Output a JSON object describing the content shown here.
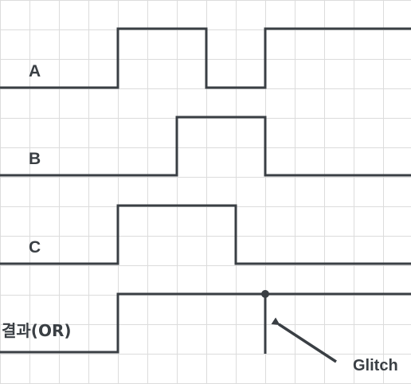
{
  "signals": [
    {
      "id": "A",
      "label": "A",
      "initial": 0,
      "transitions": [
        4,
        7,
        9
      ]
    },
    {
      "id": "B",
      "label": "B",
      "initial": 0,
      "transitions": [
        6,
        9
      ]
    },
    {
      "id": "C",
      "label": "C",
      "initial": 0,
      "transitions": [
        4,
        8
      ]
    },
    {
      "id": "OR",
      "label": "결과(OR)",
      "initial": 0,
      "transitions": [
        4
      ]
    }
  ],
  "time_span": 14,
  "glitch": {
    "label": "Glitch",
    "at": 9
  },
  "colors": {
    "wave": "#3a3f44",
    "text": "#3a3f44",
    "grid": "#dcdcdc"
  }
}
